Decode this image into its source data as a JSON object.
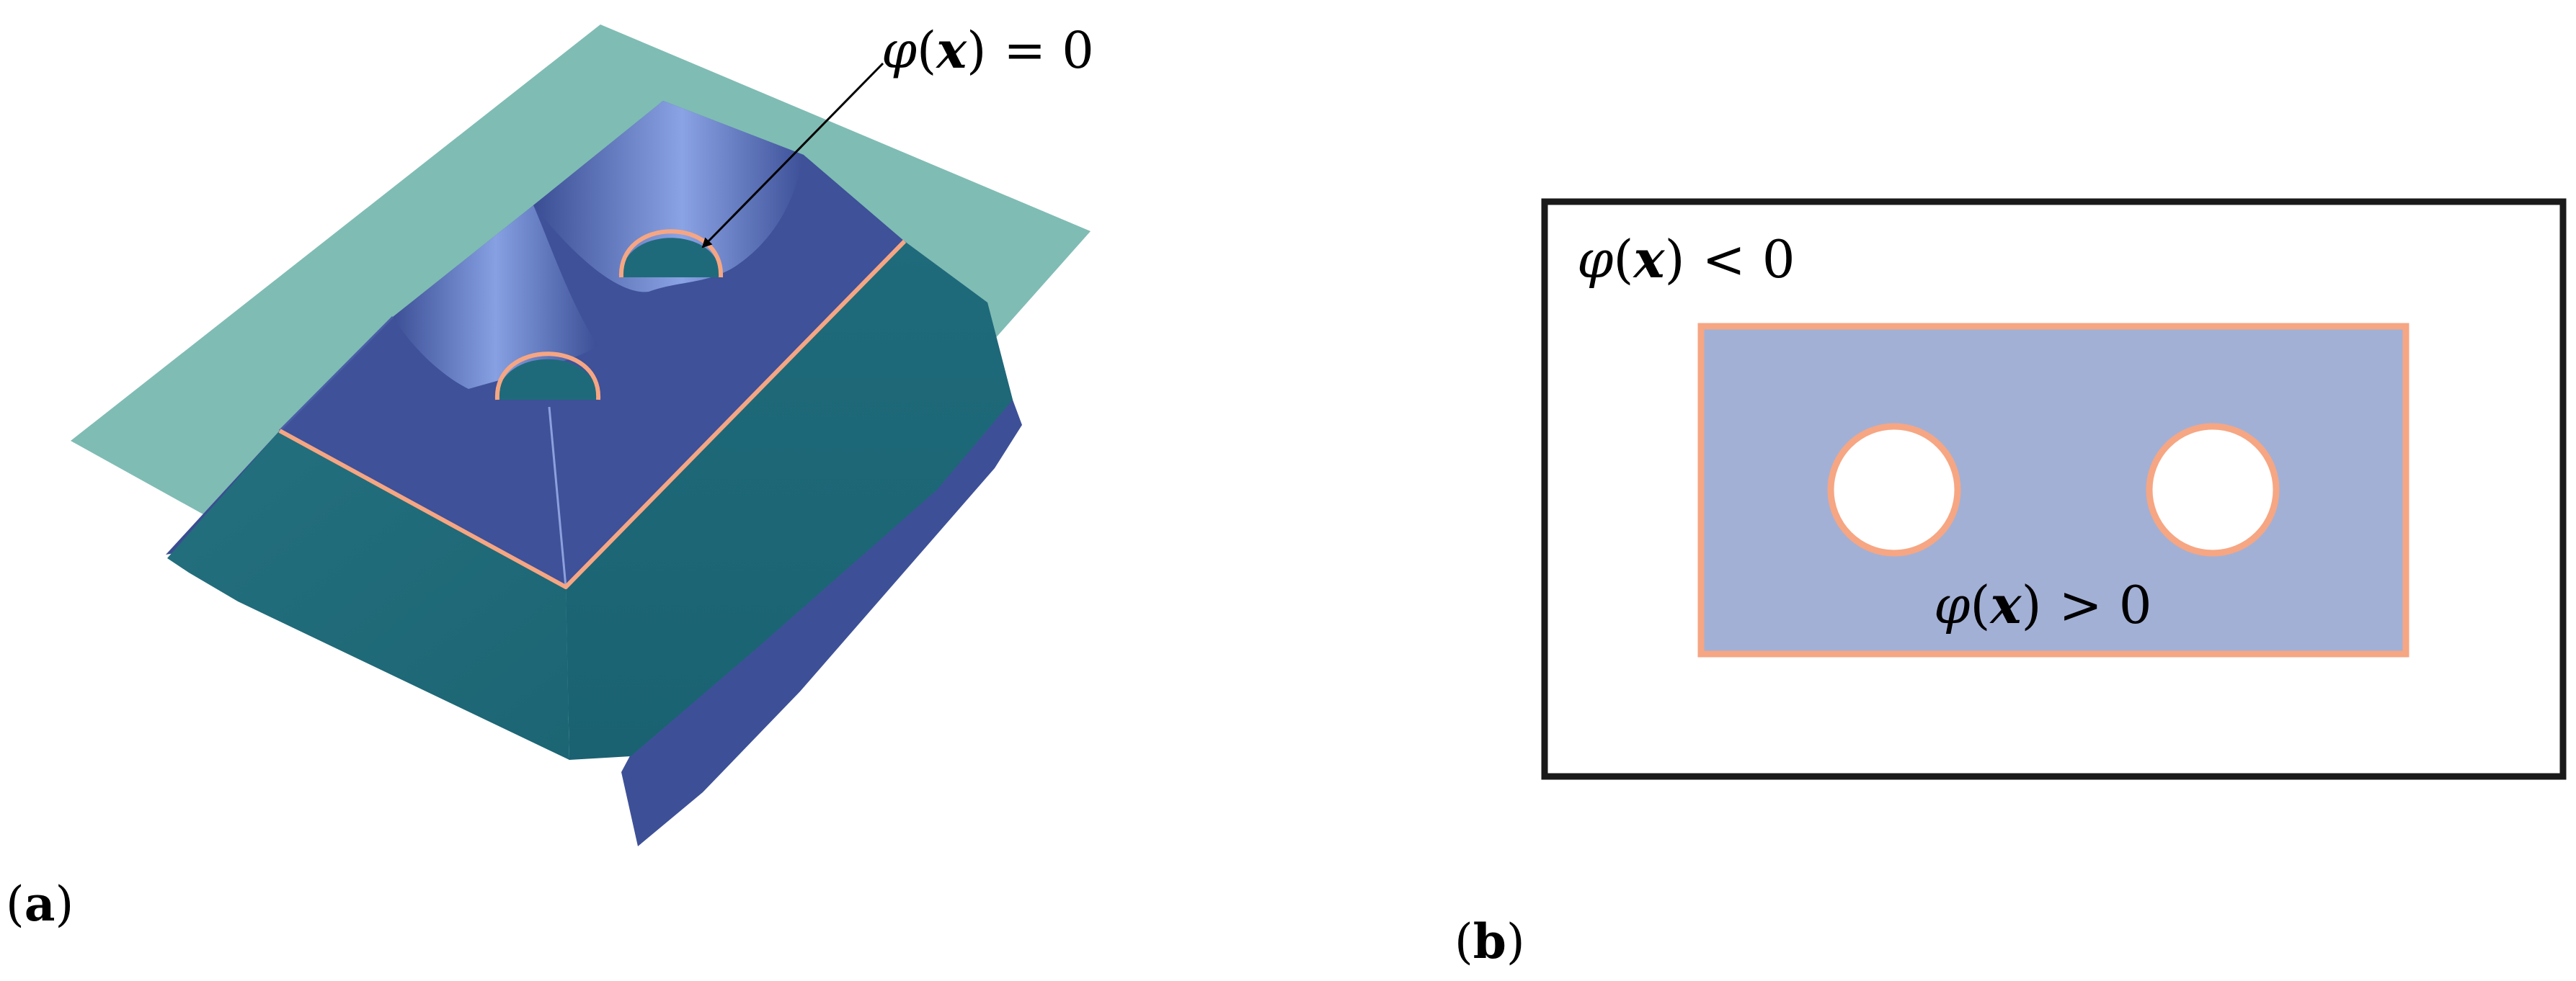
{
  "panel_a": {
    "label_open": "(",
    "label_letter": "a",
    "label_close": ")",
    "annotation": {
      "phi": "φ",
      "open": "(",
      "x": "x",
      "close": ")",
      "relation": "= 0"
    }
  },
  "panel_b": {
    "label_open": "(",
    "label_letter": "b",
    "label_close": ")",
    "outside_label": {
      "phi": "φ",
      "open": "(",
      "x": "x",
      "close": ")",
      "relation": "< 0"
    },
    "inside_label": {
      "phi": "φ",
      "open": "(",
      "x": "x",
      "close": ")",
      "relation": "> 0"
    }
  },
  "colors": {
    "plane": "#7fbcb4",
    "surface_dark": "#3c4f96",
    "surface_light": "#7f97dd",
    "surface_teal": "#1f6a7a",
    "contour": "#f6a683",
    "region_fill": "#a3b0d5",
    "frame": "#1a1a1a"
  }
}
